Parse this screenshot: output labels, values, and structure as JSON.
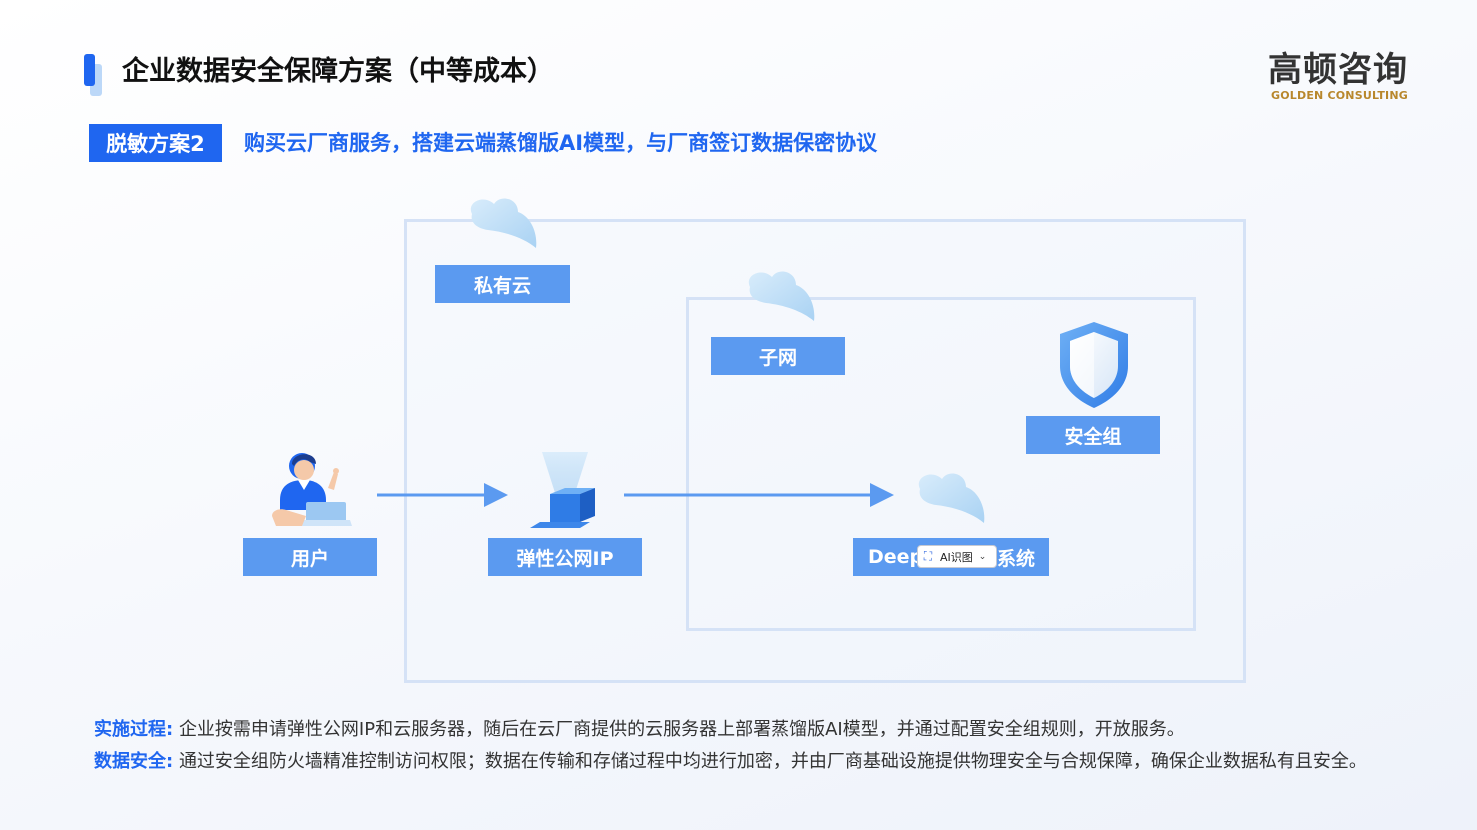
{
  "header": {
    "title": "企业数据安全保障方案（中等成本）",
    "logo_cn": "高顿咨询",
    "logo_en": "GOLDEN CONSULTING"
  },
  "subheader": {
    "tag": "脱敏方案2",
    "text": "购买云厂商服务，搭建云端蒸馏版AI模型，与厂商签订数据保密协议"
  },
  "diagram": {
    "private_cloud": "私有云",
    "subnet": "子网",
    "security_group": "安全组",
    "user": "用户",
    "elastic_ip": "弹性公网IP",
    "deepseek_prefix": "Deep",
    "deepseek_suffix": "系统"
  },
  "ai_widget": {
    "label": "AI识图",
    "icon": "ai-scan-icon"
  },
  "footer": {
    "impl_key": "实施过程:",
    "impl_text": "企业按需申请弹性公网IP和云服务器，随后在云厂商提供的云服务器上部署蒸馏版AI模型，并通过配置安全组规则，开放服务。",
    "sec_key": "数据安全:",
    "sec_text": "通过安全组防火墙精准控制访问权限；数据在传输和存储过程中均进行加密，并由厂商基础设施提供物理安全与合规保障，确保企业数据私有且安全。"
  },
  "colors": {
    "primary": "#1f66f0",
    "label_bg": "#5b9af0",
    "frame": "#d5e2f6",
    "cloud": "#b7dbf5",
    "arrow": "#5b9af0",
    "logo_gold": "#b8872c"
  }
}
